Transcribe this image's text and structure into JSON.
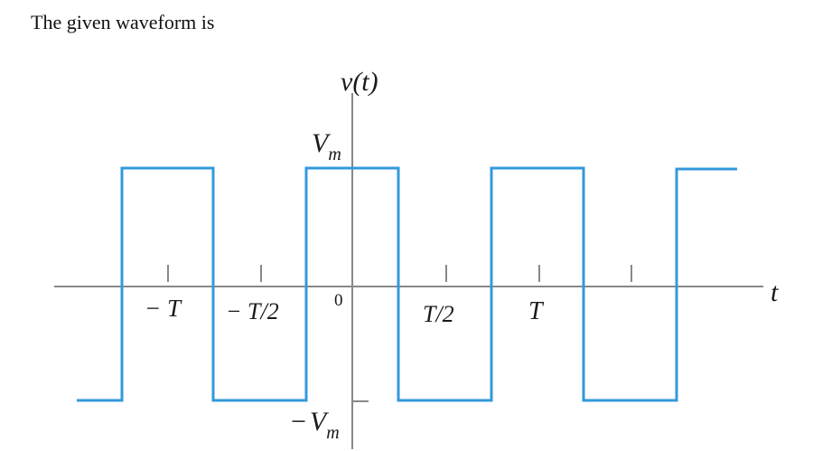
{
  "intro_text": "The given waveform is",
  "diagram": {
    "y_axis_label": "v(t)",
    "x_axis_label": "t",
    "pos_level": {
      "symbol": "V",
      "subscript": "m"
    },
    "neg_level": {
      "sign": "−",
      "symbol": "V",
      "subscript": "m"
    },
    "ticks": [
      "− T",
      "− T/2",
      "0",
      "T/2",
      "T"
    ],
    "wave_color": "#3399dd",
    "axis_color": "#888888"
  }
}
